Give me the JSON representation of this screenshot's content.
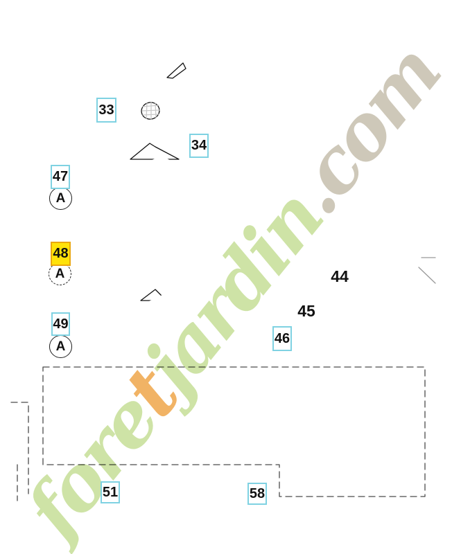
{
  "watermark": {
    "fore": "fore",
    "t": "t",
    "jardin": "jardin",
    "com": ".com"
  },
  "colors": {
    "callout_border": "#7fd2e2",
    "highlight_fill": "#ffe20a",
    "highlight_border": "#eaa70e",
    "watermark_green": "#c8e09a",
    "watermark_orange": "#f0a94f",
    "watermark_beige": "#c8c1b0",
    "line_ink": "#1c1c1c",
    "dashed_box": "#4a4a4a",
    "gray_leader": "#999999"
  },
  "callouts": {
    "c33": {
      "label": "33"
    },
    "c34": {
      "label": "34"
    },
    "c47": {
      "label": "47",
      "sub": "A"
    },
    "c48": {
      "label": "48",
      "sub": "A",
      "highlighted": "true"
    },
    "c49": {
      "label": "49",
      "sub": "A"
    },
    "c44": {
      "label": "44"
    },
    "c45": {
      "label": "45"
    },
    "c46": {
      "label": "46"
    },
    "c51": {
      "label": "51"
    },
    "c58": {
      "label": "58"
    }
  }
}
